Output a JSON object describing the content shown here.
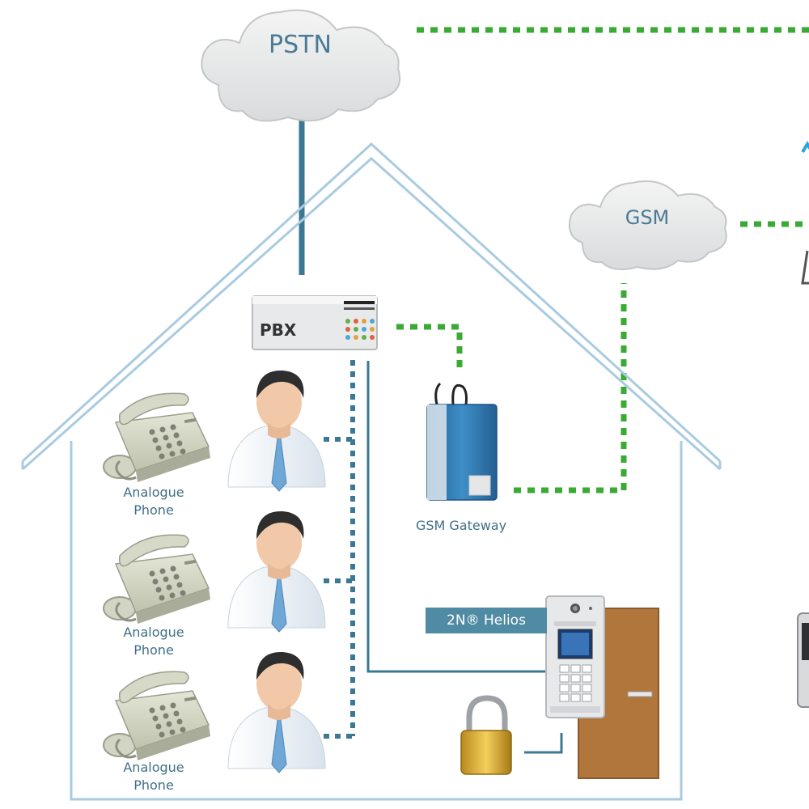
{
  "clouds": {
    "pstn": "PSTN",
    "gsm": "GSM"
  },
  "devices": {
    "pbx": "PBX",
    "gsm_gateway": "GSM Gateway",
    "helios": "2N® Helios"
  },
  "phones": [
    {
      "line1": "Analogue",
      "line2": "Phone"
    },
    {
      "line1": "Analogue",
      "line2": "Phone"
    },
    {
      "line1": "Analogue",
      "line2": "Phone"
    }
  ],
  "colors": {
    "green_link": "#3aaa35",
    "blue_link": "#3c7893",
    "house_outline": "#a9cbe0",
    "door": "#b0763c"
  }
}
